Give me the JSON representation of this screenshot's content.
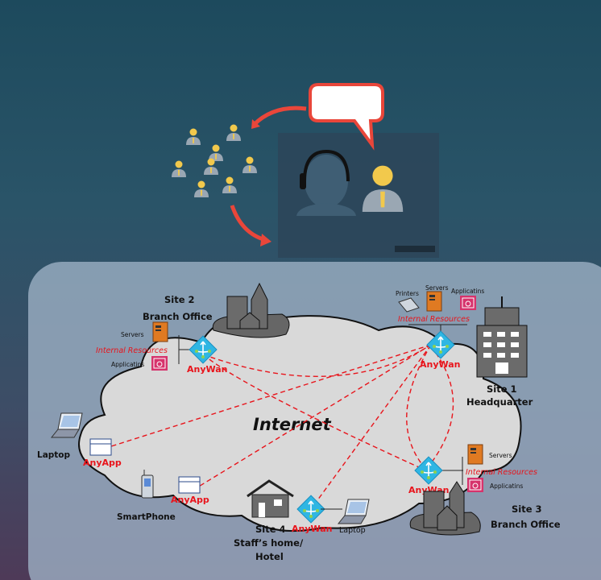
{
  "diagram": {
    "internet_label": "Internet",
    "sites": {
      "site1": {
        "name": "Site 1",
        "type": "Headquarter",
        "gateway": "AnyWan",
        "resources_label": "Internal Resources",
        "printers": "Printers",
        "servers": "Servers",
        "applications": "Applicatins"
      },
      "site2": {
        "name": "Site 2",
        "type": "Branch Office",
        "gateway": "AnyWan",
        "resources_label": "Internal Resources",
        "servers": "Servers",
        "applications": "Applicatins"
      },
      "site3": {
        "name": "Site 3",
        "type": "Branch Office",
        "gateway": "AnyWan",
        "resources_label": "Internal Resources",
        "servers": "Servers",
        "applications": "Applicatins"
      },
      "site4": {
        "name": "Site 4",
        "type_line1": "Staff’s home/",
        "type_line2": "Hotel",
        "gateway": "AnyWan",
        "device": "Laptop"
      }
    },
    "clients": {
      "laptop": {
        "name": "Laptop",
        "app": "AnyApp"
      },
      "smartphone": {
        "name": "SmartPhone",
        "app": "AnyApp"
      }
    }
  },
  "colors": {
    "link": "#e8141b",
    "cloud": "#d9d9d9",
    "gateway": "#2fb6e3",
    "app": "#d6336c",
    "server": "#e07a22"
  }
}
